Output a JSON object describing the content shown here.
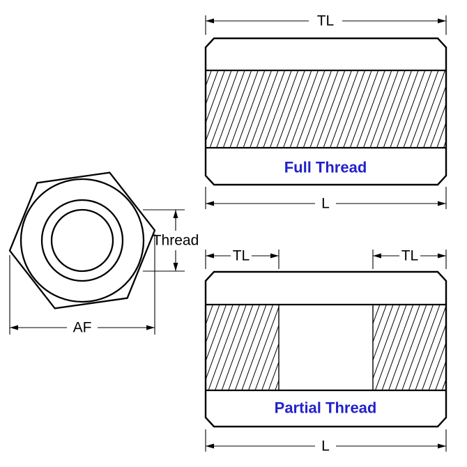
{
  "diagram": {
    "colors": {
      "line": "#000000",
      "accent_label": "#2222cc",
      "background": "#ffffff"
    },
    "end_view": {
      "thread_label": "Thread",
      "af_label": "AF"
    },
    "full_thread_view": {
      "name_label": "Full Thread",
      "top_dim_label": "TL",
      "bottom_dim_label": "L"
    },
    "partial_thread_view": {
      "name_label": "Partial Thread",
      "left_dim_label": "TL",
      "right_dim_label": "TL",
      "bottom_dim_label": "L"
    }
  }
}
